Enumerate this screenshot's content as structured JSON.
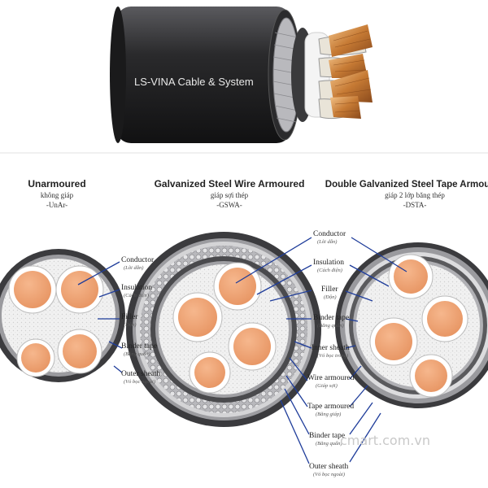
{
  "brand_text": "LS-VINA Cable & System",
  "watermark": "cmart.com.vn",
  "sections": [
    {
      "title": "Unarmoured",
      "subtitle": "không giáp",
      "code": "-UnAr-",
      "labels": [
        {
          "en": "Conductor",
          "vi": "(Lõi dẫn)"
        },
        {
          "en": "Insulation",
          "vi": "(Cách điện)"
        },
        {
          "en": "Filler",
          "vi": "(Độn)"
        },
        {
          "en": "Binder tape",
          "vi": "(Băng quấn)"
        },
        {
          "en": "Outer sheath",
          "vi": "(Vỏ bọc ngoài)"
        }
      ]
    },
    {
      "title": "Galvanized Steel Wire Armoured",
      "subtitle": "giáp sợi thép",
      "code": "-GSWA-",
      "labels": [
        {
          "en": "Conductor",
          "vi": "(Lõi dẫn)"
        },
        {
          "en": "Insulation",
          "vi": "(Cách điện)"
        },
        {
          "en": "Filler",
          "vi": "(Độn)"
        },
        {
          "en": "Binder tape",
          "vi": "(Băng quấn)"
        },
        {
          "en": "Inner sheath",
          "vi": "(Vỏ bọc trong)"
        },
        {
          "en": "Wire armoured",
          "vi": "(Giáp sợi)"
        },
        {
          "en": "Tape armoured",
          "vi": "(Băng giáp)"
        },
        {
          "en": "Binder tape",
          "vi": "(Băng quấn)"
        },
        {
          "en": "Outer sheath",
          "vi": "(Vỏ bọc ngoài)"
        }
      ]
    },
    {
      "title": "Double Galvanized Steel Tape Armoured",
      "subtitle": "giáp 2 lớp băng thép",
      "code": "-DSTA-"
    }
  ],
  "colors": {
    "cable_jacket": "#2c2c2e",
    "copper": "#f0a070",
    "copper_edge": "#c97a4c",
    "insulation": "#ffffff",
    "filler": "#ececec",
    "sheath_gray": "#8a8a8e",
    "leader": "#1e3c9a"
  }
}
